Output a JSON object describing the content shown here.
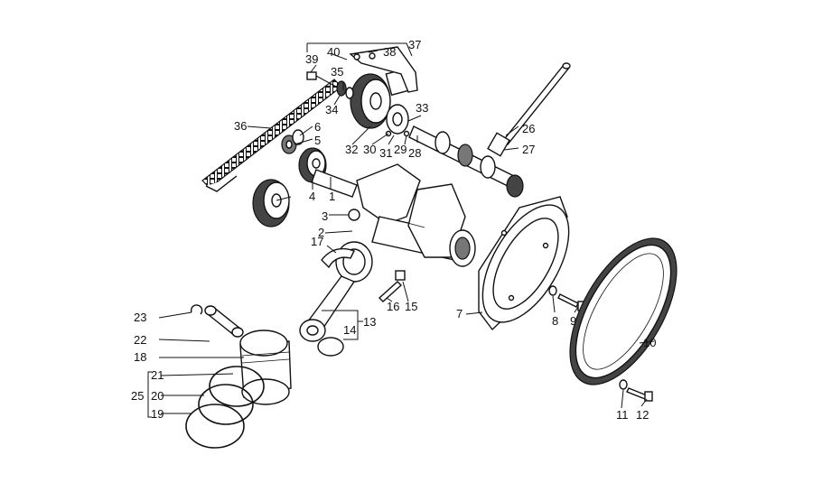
{
  "labels": [
    {
      "key": "p1",
      "text": "1"
    },
    {
      "key": "p2",
      "text": "2"
    },
    {
      "key": "p3",
      "text": "3"
    },
    {
      "key": "p4",
      "text": "4"
    },
    {
      "key": "p5",
      "text": "5"
    },
    {
      "key": "p6",
      "text": "6"
    },
    {
      "key": "p7",
      "text": "7"
    },
    {
      "key": "p8",
      "text": "8"
    },
    {
      "key": "p9",
      "text": "9"
    },
    {
      "key": "p10",
      "text": "10"
    },
    {
      "key": "p11",
      "text": "11"
    },
    {
      "key": "p12",
      "text": "12"
    },
    {
      "key": "p13",
      "text": "13"
    },
    {
      "key": "p14",
      "text": "14"
    },
    {
      "key": "p15",
      "text": "15"
    },
    {
      "key": "p16",
      "text": "16"
    },
    {
      "key": "p17",
      "text": "17"
    },
    {
      "key": "p18",
      "text": "18"
    },
    {
      "key": "p19",
      "text": "19"
    },
    {
      "key": "p20",
      "text": "20"
    },
    {
      "key": "p21",
      "text": "21"
    },
    {
      "key": "p22",
      "text": "22"
    },
    {
      "key": "p23",
      "text": "23"
    },
    {
      "key": "p25",
      "text": "25"
    },
    {
      "key": "p26",
      "text": "26"
    },
    {
      "key": "p27",
      "text": "27"
    },
    {
      "key": "p28",
      "text": "28"
    },
    {
      "key": "p29",
      "text": "29"
    },
    {
      "key": "p30",
      "text": "30"
    },
    {
      "key": "p31",
      "text": "31"
    },
    {
      "key": "p32",
      "text": "32"
    },
    {
      "key": "p33",
      "text": "33"
    },
    {
      "key": "p34",
      "text": "34"
    },
    {
      "key": "p35",
      "text": "35"
    },
    {
      "key": "p36",
      "text": "36"
    },
    {
      "key": "p37",
      "text": "37"
    },
    {
      "key": "p38",
      "text": "38"
    },
    {
      "key": "p39",
      "text": "39"
    },
    {
      "key": "p40",
      "text": "40"
    }
  ]
}
